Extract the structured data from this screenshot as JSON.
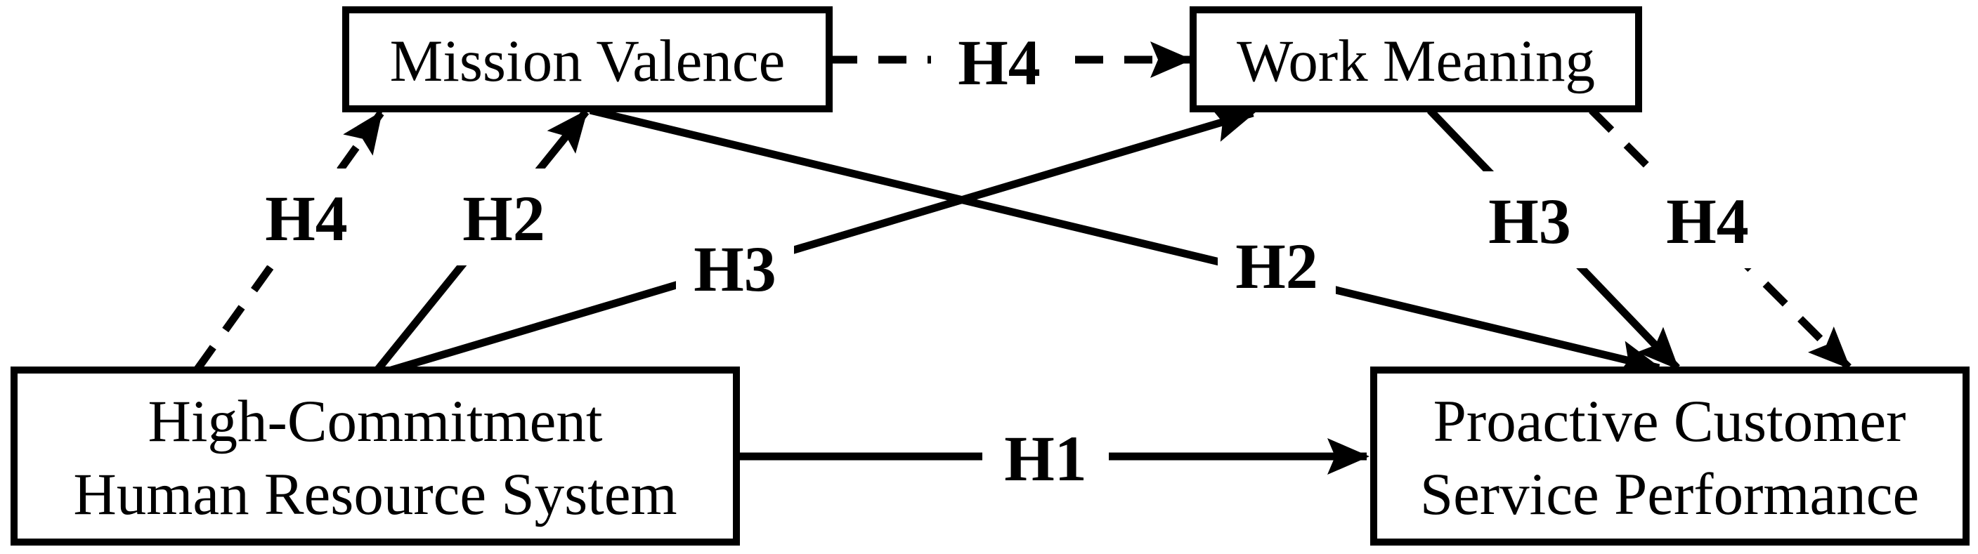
{
  "figure": {
    "type": "hypothesis-path-diagram",
    "colors": {
      "background": "#ffffff",
      "line": "#000000",
      "box_fill": "#ffffff",
      "text": "#000000"
    },
    "boxes": {
      "mission_valence": {
        "label": "Mission Valence"
      },
      "work_meaning": {
        "label": "Work Meaning"
      },
      "hr_system": {
        "line1": "High-Commitment",
        "line2": "Human Resource System"
      },
      "service_performance": {
        "line1": "Proactive Customer",
        "line2": "Service Performance"
      }
    },
    "edges": [
      {
        "label": "H1",
        "from": "High-Commitment Human Resource System",
        "to": "Proactive Customer Service Performance",
        "style": "solid"
      },
      {
        "label": "H2",
        "from": "High-Commitment Human Resource System",
        "to": "Mission Valence",
        "style": "solid"
      },
      {
        "label": "H2",
        "from": "Mission Valence",
        "to": "Proactive Customer Service Performance",
        "style": "solid"
      },
      {
        "label": "H3",
        "from": "High-Commitment Human Resource System",
        "to": "Work Meaning",
        "style": "solid"
      },
      {
        "label": "H3",
        "from": "Work Meaning",
        "to": "Proactive Customer Service Performance",
        "style": "solid"
      },
      {
        "label": "H4",
        "from": "High-Commitment Human Resource System",
        "to": "Mission Valence",
        "style": "dashed"
      },
      {
        "label": "H4",
        "from": "Mission Valence",
        "to": "Work Meaning",
        "style": "dashed"
      },
      {
        "label": "H4",
        "from": "Work Meaning",
        "to": "Proactive Customer Service Performance",
        "style": "dashed"
      }
    ]
  }
}
